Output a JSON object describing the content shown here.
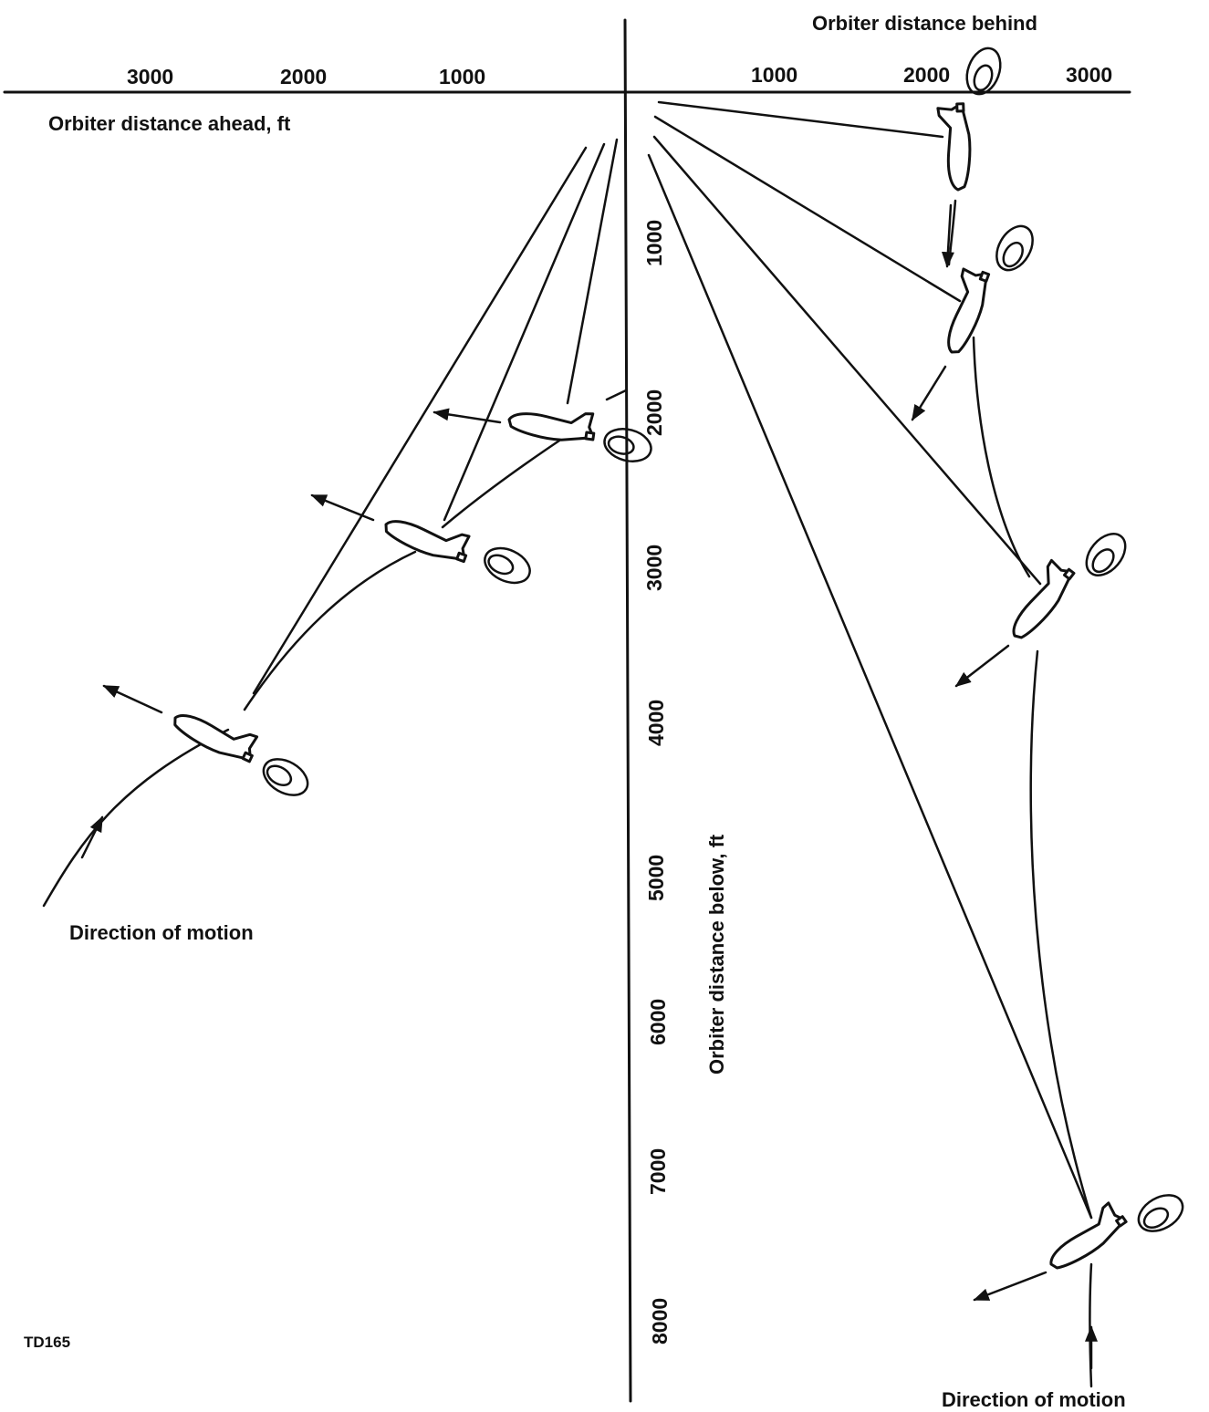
{
  "figure_id": "TD165",
  "axes": {
    "horizontal": {
      "ahead_label": "Orbiter distance ahead, ft",
      "behind_label": "Orbiter distance behind",
      "ahead_ticks": [
        "3000",
        "2000",
        "1000"
      ],
      "behind_ticks": [
        "1000",
        "2000",
        "3000"
      ]
    },
    "vertical": {
      "label": "Orbiter distance below, ft",
      "ticks": [
        "1000",
        "2000",
        "3000",
        "4000",
        "5000",
        "6000",
        "7000",
        "8000"
      ]
    }
  },
  "annotations": {
    "left_motion": "Direction of motion",
    "right_motion": "Direction of motion"
  }
}
